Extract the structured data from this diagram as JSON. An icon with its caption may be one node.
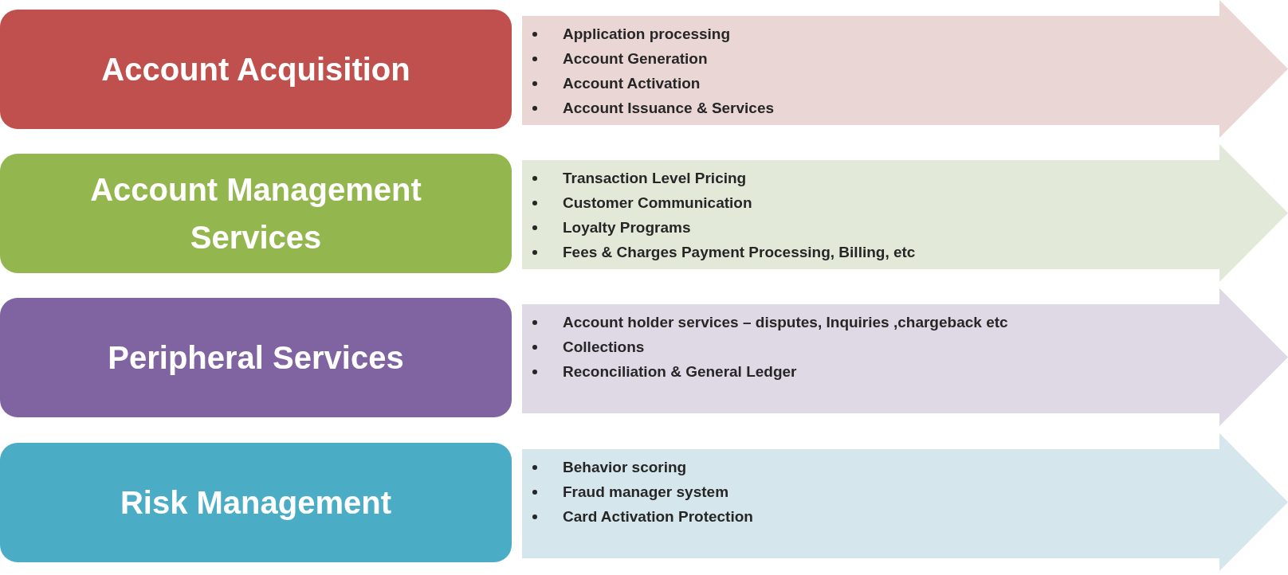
{
  "diagram": {
    "nodes": [
      {
        "text": [
          "Account Acquisition"
        ]
      },
      {
        "text": [
          "Application processing",
          "Account Generation",
          "Account Activation",
          "Account Issuance & Services"
        ]
      },
      {
        "text": [
          "Account Management Services"
        ]
      },
      {
        "text": [
          "Transaction Level Pricing",
          "Customer Communication",
          "Loyalty Programs",
          "Fees & Charges Payment Processing, Billing, etc"
        ]
      },
      {
        "text": [
          "Peripheral Services"
        ]
      },
      {
        "text": [
          "Account holder services – disputes, Inquiries ,chargeback etc",
          "Collections",
          "Reconciliation & General Ledger"
        ]
      },
      {
        "text": [
          "Risk Management"
        ]
      },
      {
        "text": [
          "Behavior scoring",
          "Fraud manager system",
          "Card Activation Protection"
        ]
      }
    ]
  }
}
